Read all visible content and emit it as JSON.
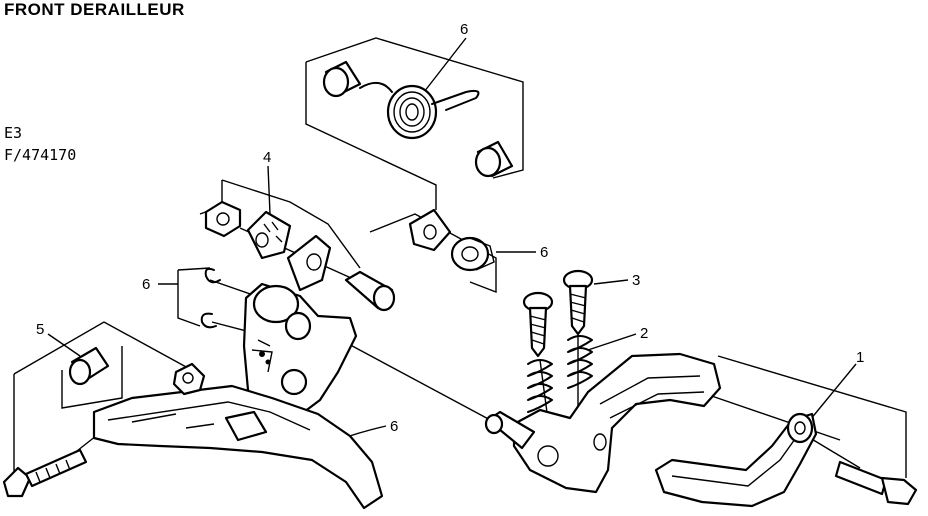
{
  "header": {
    "title": "FRONT DERAILLEUR",
    "code_line1": "E3",
    "code_line2": "F/474170"
  },
  "callouts": {
    "c1": "1",
    "c2": "2",
    "c3": "3",
    "c4": "4",
    "c5": "5",
    "c6_top": "6",
    "c6_right": "6",
    "c6_left": "6",
    "c6_bottom": "6"
  }
}
